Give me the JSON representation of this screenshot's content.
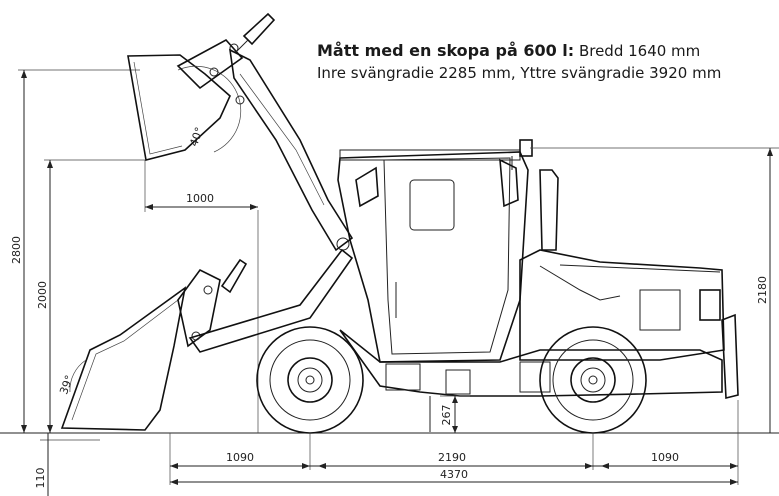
{
  "caption": {
    "heading": "Mått med en skopa på 600 l:",
    "line1_rest": " Bredd 1640 mm",
    "line2": "Inre svängradie 2285 mm, Yttre svängradie 3920 mm"
  },
  "dimensions": {
    "max_lift_height": "2800",
    "dump_height": "2000",
    "reach": "1000",
    "dump_angle": "40°",
    "rollback_angle": "39°",
    "digging_depth": "110",
    "ground_clearance": "267",
    "front_overhang": "1090",
    "wheelbase": "2190",
    "rear_overhang": "1090",
    "total_length": "4370",
    "total_height": "2180"
  }
}
